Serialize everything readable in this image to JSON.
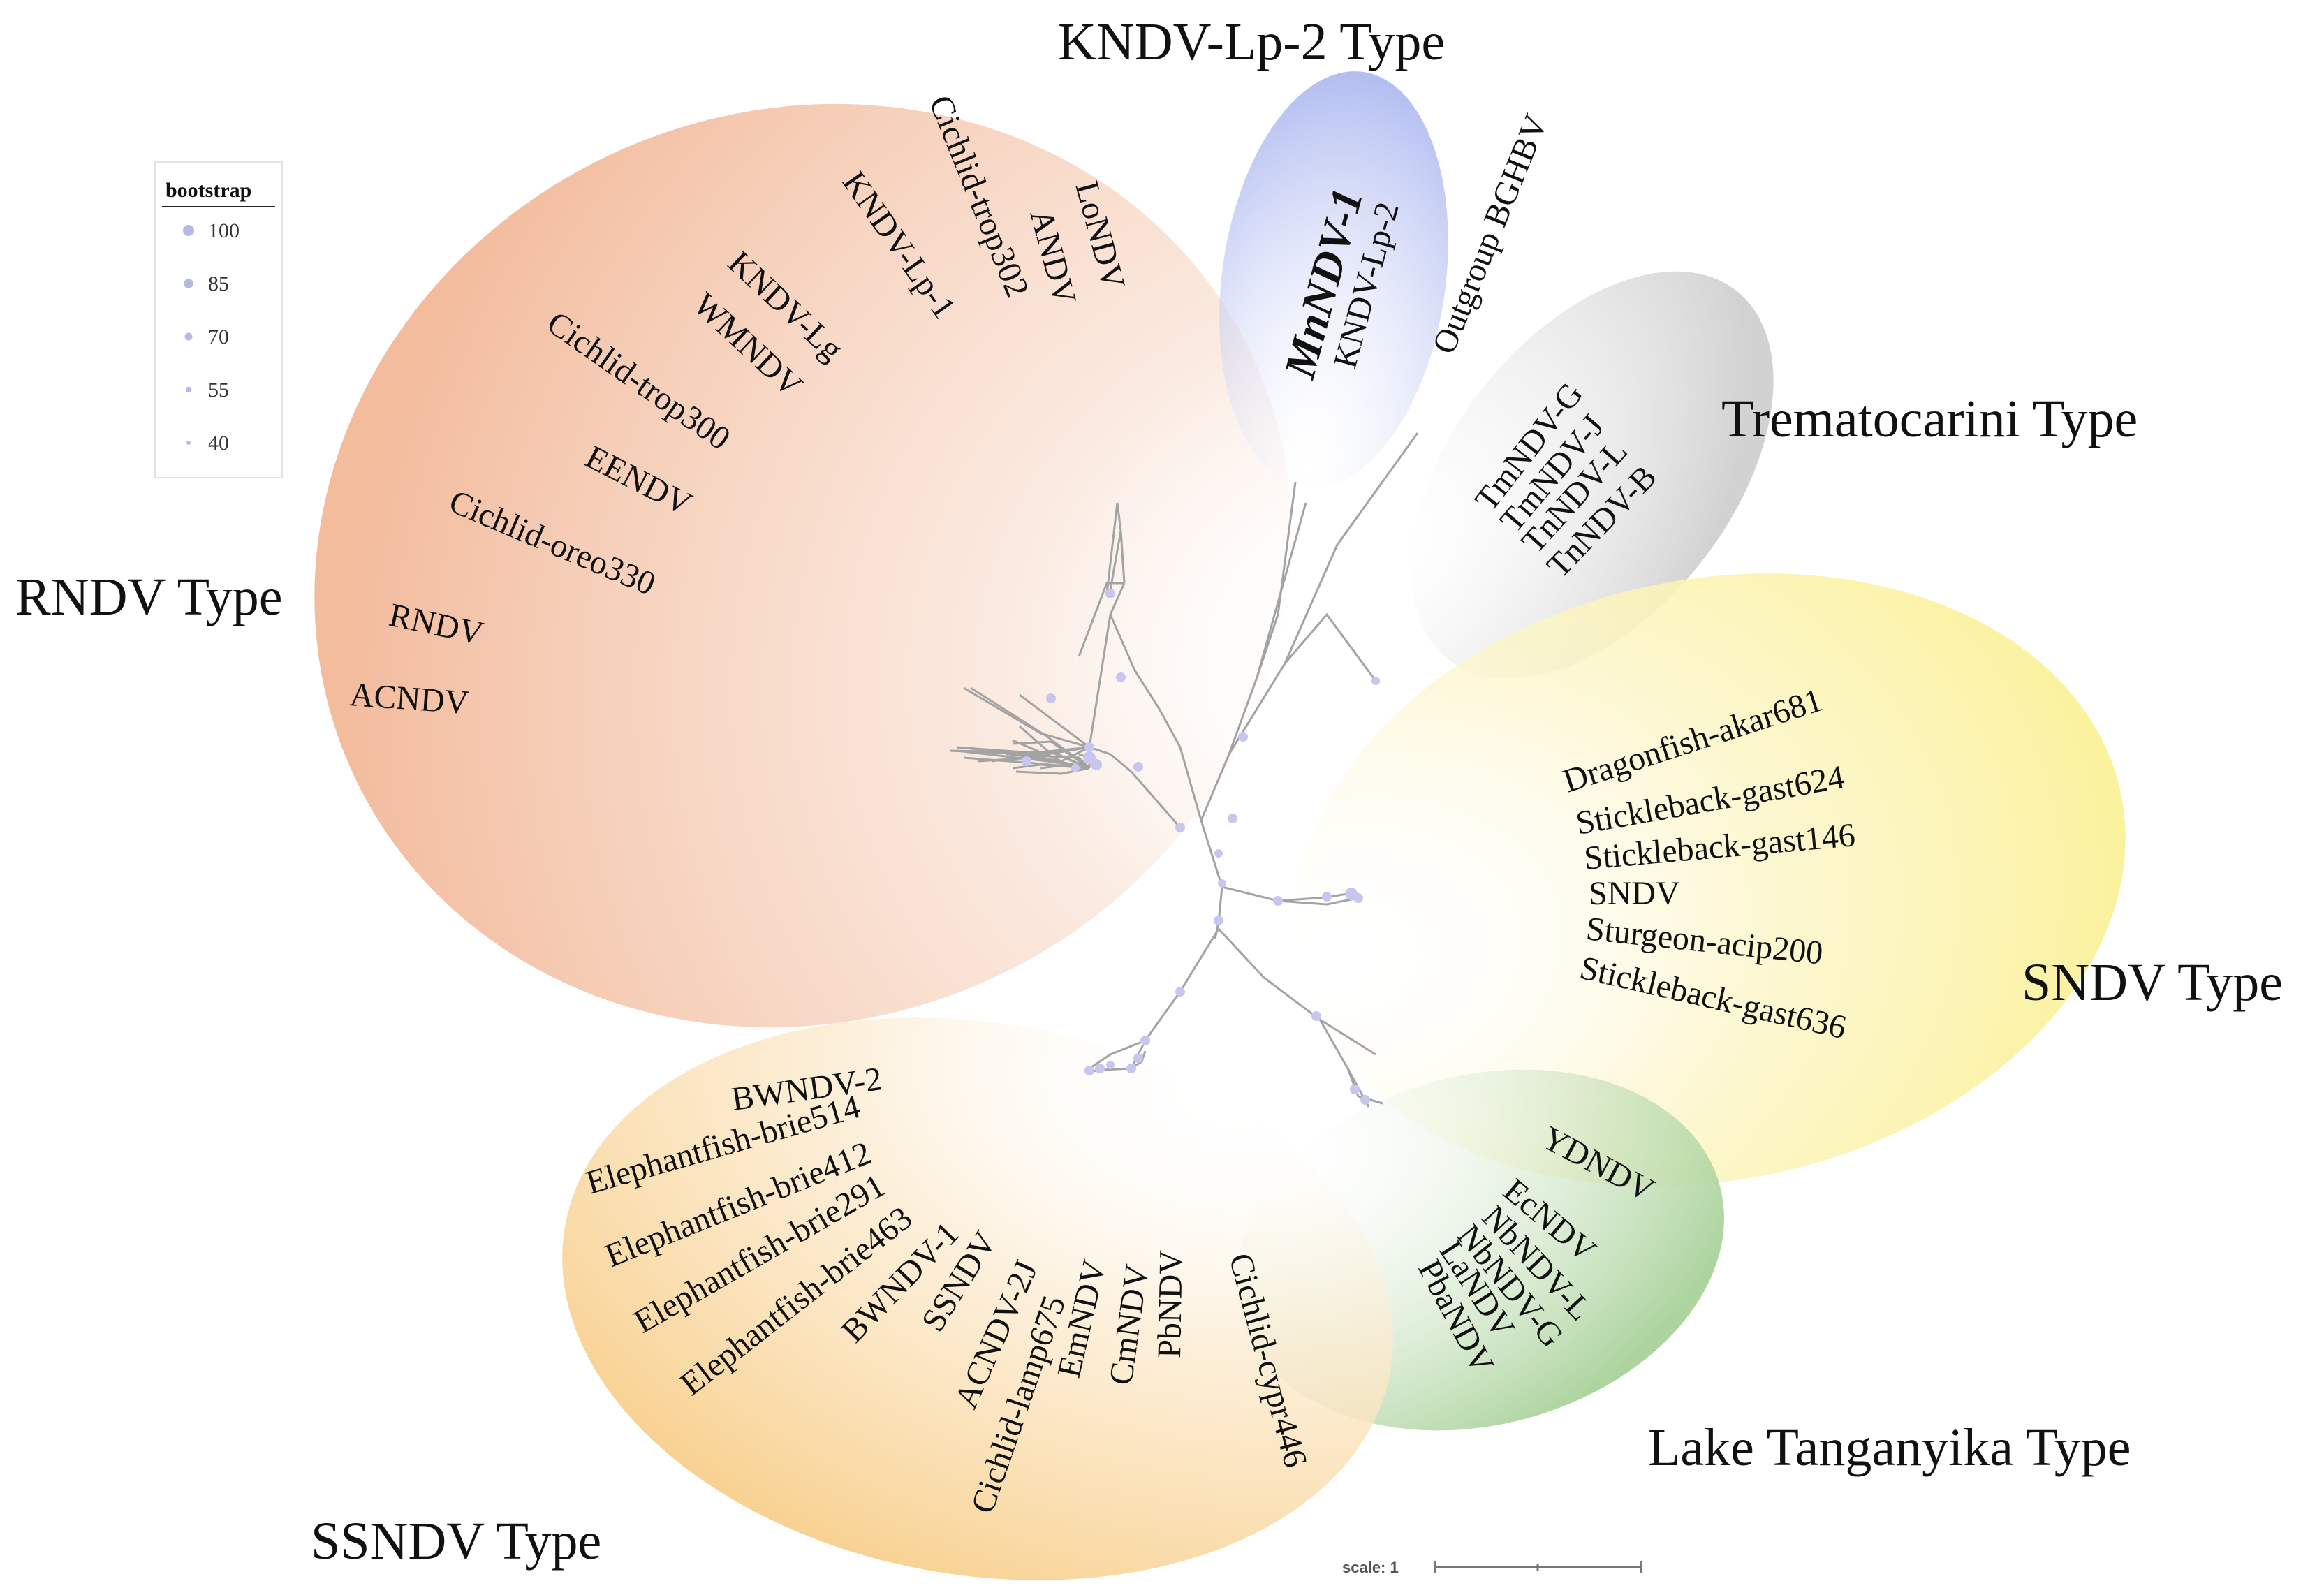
{
  "legend": {
    "title": "bootstrap",
    "items": [
      {
        "label": "100",
        "value": 100
      },
      {
        "label": "85",
        "value": 85
      },
      {
        "label": "70",
        "value": 70
      },
      {
        "label": "55",
        "value": 55
      },
      {
        "label": "40",
        "value": 40
      }
    ]
  },
  "scale": {
    "label": "scale: 1"
  },
  "groups": [
    {
      "key": "rndv",
      "label": "RNDV Type",
      "color": "#f6c3a6",
      "tips": [
        "LoNDV",
        "ANDV",
        "Cichlid-trop302",
        "KNDV-Lp-1",
        "KNDV-Lg",
        "WMNDV",
        "Cichlid-trop300",
        "EENDV",
        "Cichlid-oreo330",
        "RNDV",
        "ACNDV"
      ]
    },
    {
      "key": "kndv-lp2",
      "label": "KNDV-Lp-2 Type",
      "color": "#b9c4ee",
      "tips": [
        "MnNDV-1",
        "KNDV-Lp-2"
      ]
    },
    {
      "key": "outgroup",
      "label": "",
      "color": "",
      "tips": [
        "Outgroup BGHBV"
      ]
    },
    {
      "key": "trematocarini",
      "label": "Trematocarini Type",
      "color": "#d6d6d6",
      "tips": [
        "TmNDV-G",
        "TmNDV-J",
        "TnNDV-L",
        "TnNDV-B"
      ]
    },
    {
      "key": "sndv",
      "label": "SNDV Type",
      "color": "#fbf2a2",
      "tips": [
        "Dragonfish-akar681",
        "Stickleback-gast624",
        "Stickleback-gast146",
        "SNDV",
        "Sturgeon-acip200",
        "Stickleback-gast636"
      ]
    },
    {
      "key": "tanganyika",
      "label": "Lake Tanganyika Type",
      "color": "#b9d9ad",
      "tips": [
        "YDNDV",
        "EcNDV",
        "NbNDV-L",
        "NbNDV-G",
        "LaNDV",
        "PbaNDV"
      ]
    },
    {
      "key": "ssndv",
      "label": "SSNDV Type",
      "color": "#fad9a0",
      "tips": [
        "BWNDV-2",
        "Elephantfish-brie514",
        "Elephantfish-brie412",
        "Elephantfish-brie291",
        "Elephantfish-brie463",
        "BWNDV-1",
        "SSNDV",
        "ACNDV-2J",
        "Cichlid-lamp675",
        "EmNDV",
        "CmNDV",
        "PbNDV",
        "Cichlid-cypr446"
      ]
    }
  ]
}
